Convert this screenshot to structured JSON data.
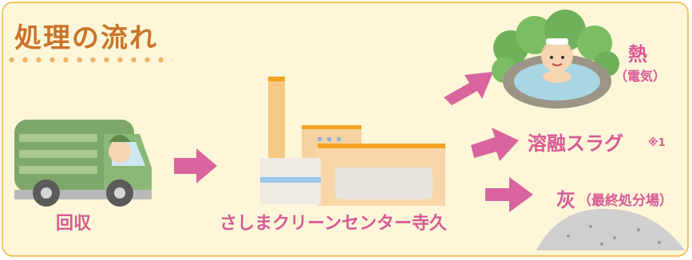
{
  "title": "処理の流れ",
  "labels": {
    "collection": "回収",
    "center": "さしまクリーンセンター寺久",
    "heat": "熱",
    "electricity": "（電気）",
    "slag": "溶融スラグ",
    "slag_note": "※1",
    "ash": "灰",
    "ash_sub": "（最終処分場）"
  },
  "colors": {
    "arrow": "#d9649e",
    "label": "#d85a96",
    "title": "#c9742b",
    "panel_bg": "#fdf6d8",
    "panel_border": "#f4c45e"
  }
}
